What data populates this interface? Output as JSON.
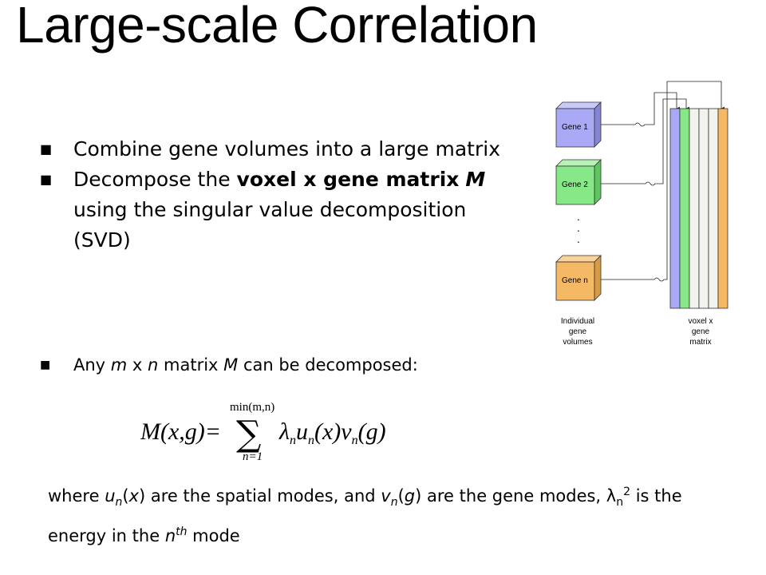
{
  "title": "Large-scale Correlation",
  "bullets": [
    {
      "id": "combine",
      "parts": [
        {
          "t": "Combine gene volumes into a large matrix"
        }
      ]
    },
    {
      "id": "decompose",
      "parts": [
        {
          "t": "Decompose the "
        },
        {
          "t": "voxel x gene matrix",
          "b": true
        },
        {
          "t": " "
        },
        {
          "t": "M",
          "b": true,
          "i": true
        },
        {
          "t": " using the singular value decomposition (SVD)"
        }
      ]
    }
  ],
  "small_bullet": [
    {
      "t": "Any "
    },
    {
      "t": "m",
      "i": true
    },
    {
      "t": " x "
    },
    {
      "t": "n",
      "i": true
    },
    {
      "t": " matrix "
    },
    {
      "t": "M",
      "i": true
    },
    {
      "t": " can be decomposed:"
    }
  ],
  "formula": {
    "lhs": "M(x,g)=",
    "upper": "min(m,n)",
    "sum": "∑",
    "lower": "n=1",
    "rhs_lambda": "λ",
    "rhs_u": "u",
    "rhs_ux": "(x)",
    "rhs_v": "v",
    "rhs_vg": "(g)",
    "sub": "n"
  },
  "where": [
    {
      "t": "where "
    },
    {
      "t": "u",
      "i": true
    },
    {
      "t": "n",
      "sub": true,
      "i": true
    },
    {
      "t": "("
    },
    {
      "t": "x",
      "i": true
    },
    {
      "t": ")  are the spatial modes,  and "
    },
    {
      "t": "v",
      "i": true
    },
    {
      "t": "n",
      "sub": true,
      "i": true
    },
    {
      "t": "("
    },
    {
      "t": "g",
      "i": true
    },
    {
      "t": ") are  the  gene modes,  "
    },
    {
      "t": "λ"
    },
    {
      "t": "n",
      "sub": true
    },
    {
      "t": "2",
      "sup": true
    },
    {
      "t": " is the energy in the "
    },
    {
      "t": "n",
      "i": true
    },
    {
      "t": "th",
      "sup": true,
      "i": true
    },
    {
      "t": " mode"
    }
  ],
  "diagram": {
    "genes": [
      {
        "label": "Gene 1",
        "color": "#a9a9f5"
      },
      {
        "label": "Gene 2",
        "color": "#86e886"
      },
      {
        "label": "Gene n",
        "color": "#f5b865"
      }
    ],
    "dots": ".\n.\n.",
    "left_caption": [
      "Individual",
      "gene",
      "volumes"
    ],
    "right_caption": [
      "voxel x",
      "gene",
      "matrix"
    ],
    "column_colors": [
      "#a9a9f5",
      "#86e886",
      "#f2f2ee",
      "#f2f2ee",
      "#f2f2ee",
      "#f5b865"
    ]
  }
}
